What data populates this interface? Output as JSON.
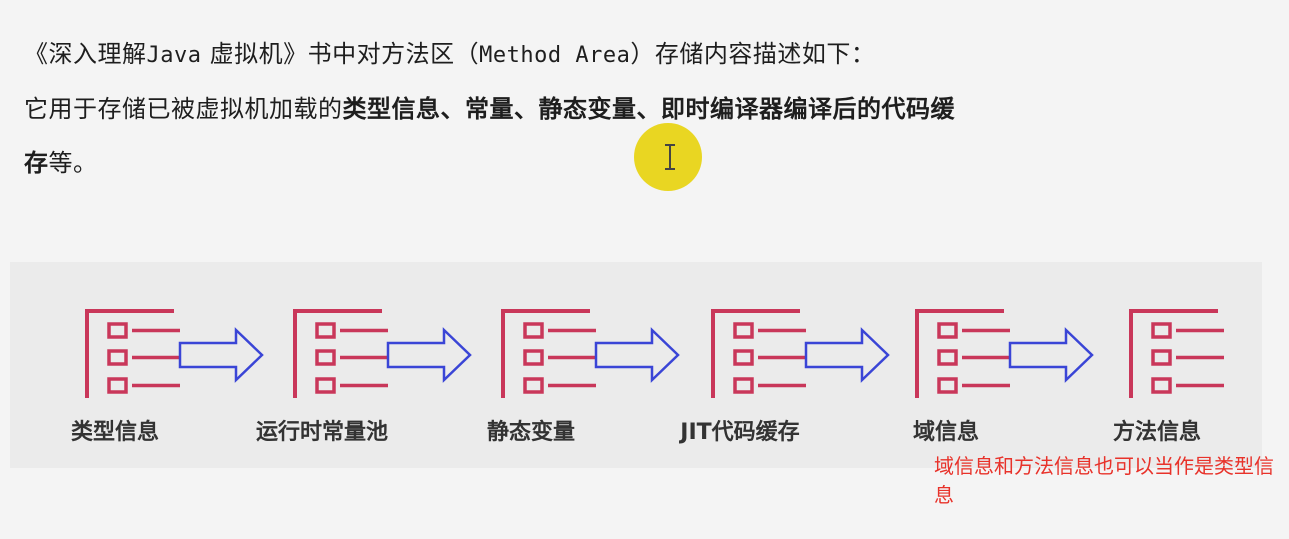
{
  "paragraph": {
    "line1": {
      "prefix": "《深入理解",
      "java": "Java",
      "middle": " 虚拟机》书中对方法区（",
      "method_area": "Method Area",
      "suffix": "）存储内容描述如下："
    },
    "line2": {
      "normal": "它用于存储已被虚拟机加载的",
      "bold": "类型信息、常量、静态变量、即时编译器编译后的代码缓"
    },
    "line3": {
      "bold": "存",
      "normal": "等。"
    }
  },
  "diagram": {
    "icon_color": "#c9375a",
    "arrow_color": "#3a45d6",
    "stages": [
      {
        "label": "类型信息"
      },
      {
        "label": "运行时常量池"
      },
      {
        "label": "静态变量"
      },
      {
        "label": "JIT代码缓存"
      },
      {
        "label": "域信息"
      },
      {
        "label": "方法信息"
      }
    ]
  },
  "annotation": {
    "text": "域信息和方法信息也可以当作是类型信息",
    "color": "#e8322a"
  }
}
